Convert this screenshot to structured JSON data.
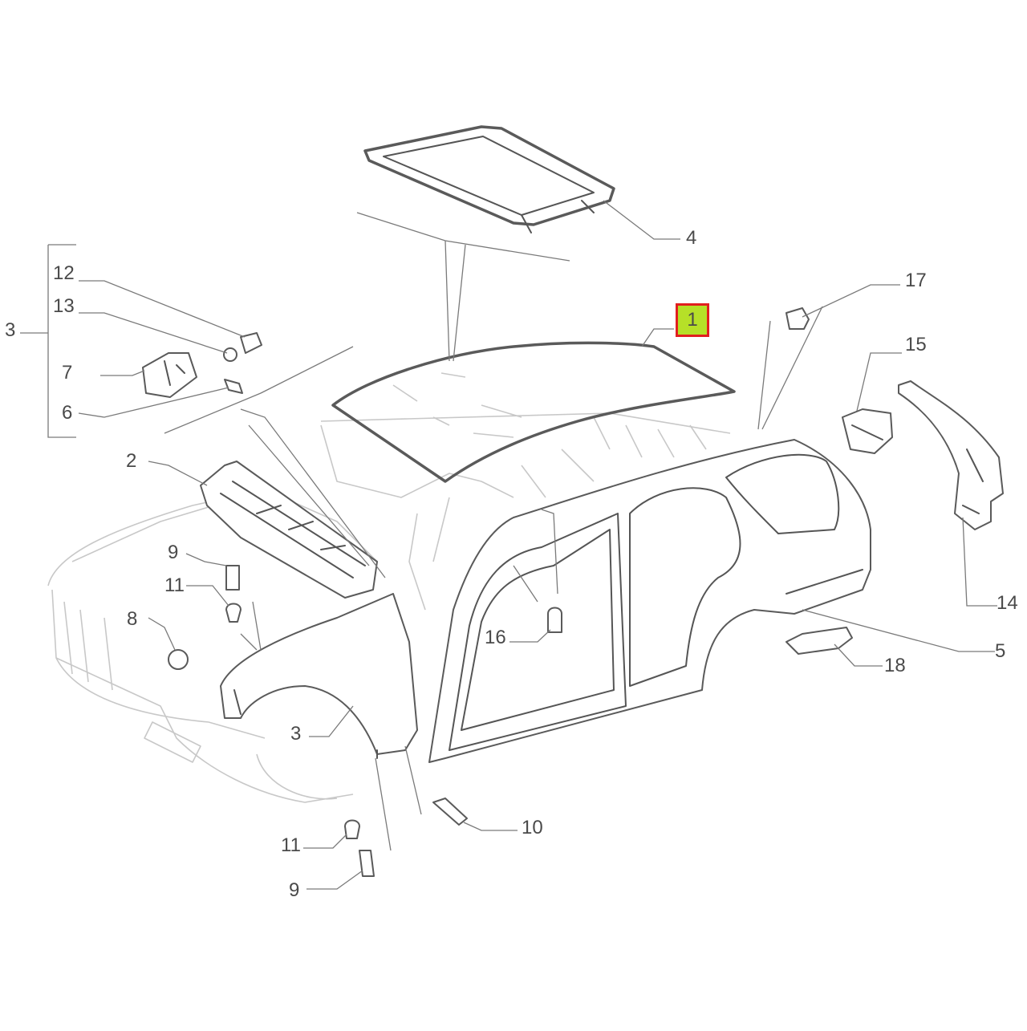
{
  "diagram": {
    "callouts": [
      {
        "id": "c1",
        "text": "1",
        "highlighted": true
      },
      {
        "id": "c2",
        "text": "2"
      },
      {
        "id": "c3a",
        "text": "3"
      },
      {
        "id": "c3b",
        "text": "3"
      },
      {
        "id": "c4",
        "text": "4"
      },
      {
        "id": "c5",
        "text": "5"
      },
      {
        "id": "c6",
        "text": "6"
      },
      {
        "id": "c7",
        "text": "7"
      },
      {
        "id": "c8",
        "text": "8"
      },
      {
        "id": "c9a",
        "text": "9"
      },
      {
        "id": "c9b",
        "text": "9"
      },
      {
        "id": "c10",
        "text": "10"
      },
      {
        "id": "c11a",
        "text": "11"
      },
      {
        "id": "c11b",
        "text": "11"
      },
      {
        "id": "c12",
        "text": "12"
      },
      {
        "id": "c13",
        "text": "13"
      },
      {
        "id": "c14",
        "text": "14"
      },
      {
        "id": "c15",
        "text": "15"
      },
      {
        "id": "c16",
        "text": "16"
      },
      {
        "id": "c17",
        "text": "17"
      },
      {
        "id": "c18",
        "text": "18"
      }
    ],
    "colors": {
      "highlight_border": "#e11f1f",
      "highlight_fill": "#b6e028",
      "line": "#5a5a5a",
      "ghost_line": "#c8c8c8"
    }
  }
}
